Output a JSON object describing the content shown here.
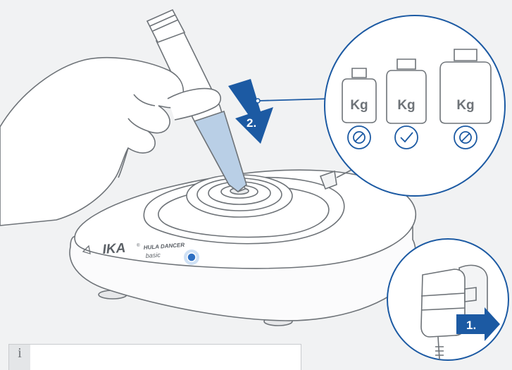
{
  "device": {
    "brand": "IKA",
    "registered_mark": "®",
    "model": "HULA DANCER",
    "variant": "basic"
  },
  "steps": {
    "step1_label": "1.",
    "step2_label": "2."
  },
  "weights": {
    "items": [
      {
        "label": "Kg",
        "status": "not-allowed",
        "icon": "prohibited-icon"
      },
      {
        "label": "Kg",
        "status": "allowed",
        "icon": "checkmark-icon"
      },
      {
        "label": "Kg",
        "status": "not-allowed",
        "icon": "prohibited-icon"
      }
    ]
  },
  "info_box": {
    "icon_glyph": "i",
    "icon": "info-icon"
  },
  "colors": {
    "accent_blue": "#1c5aa3",
    "line_gray": "#6e7378",
    "tube_fill": "#b9cfe6",
    "background": "#f1f2f3"
  }
}
